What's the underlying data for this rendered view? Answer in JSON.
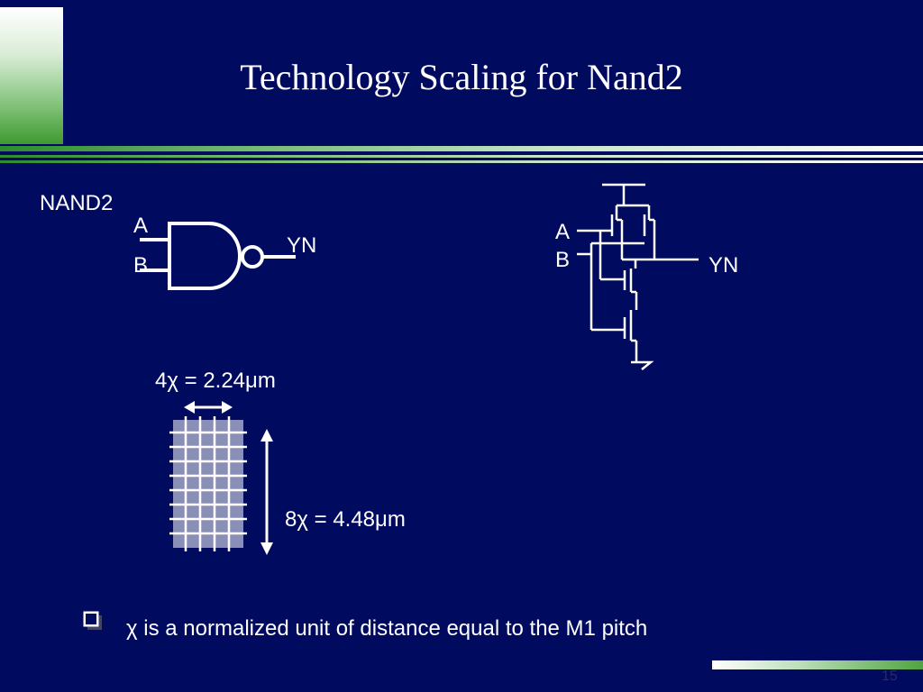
{
  "slide": {
    "title": "Technology Scaling for Nand2",
    "page_number": "15"
  },
  "gate": {
    "heading": "NAND2",
    "input_a": "A",
    "input_b": "B",
    "output": "YN"
  },
  "transistor": {
    "input_a": "A",
    "input_b": "B",
    "output": "YN"
  },
  "layout_cell": {
    "width_prefix": "4",
    "width_suffix": " = 2.24",
    "width_unit": "m",
    "height_prefix": "8",
    "height_suffix": " = 4.48",
    "height_unit": "m",
    "chi_symbol": "χ",
    "mu_symbol": "μ"
  },
  "bullet": {
    "symbol": "χ",
    "text": " is a normalized unit of distance equal to the M1 pitch"
  },
  "colors": {
    "background": "#000a5f",
    "accent_green": "#3f9a2f",
    "text": "#ffffff"
  }
}
